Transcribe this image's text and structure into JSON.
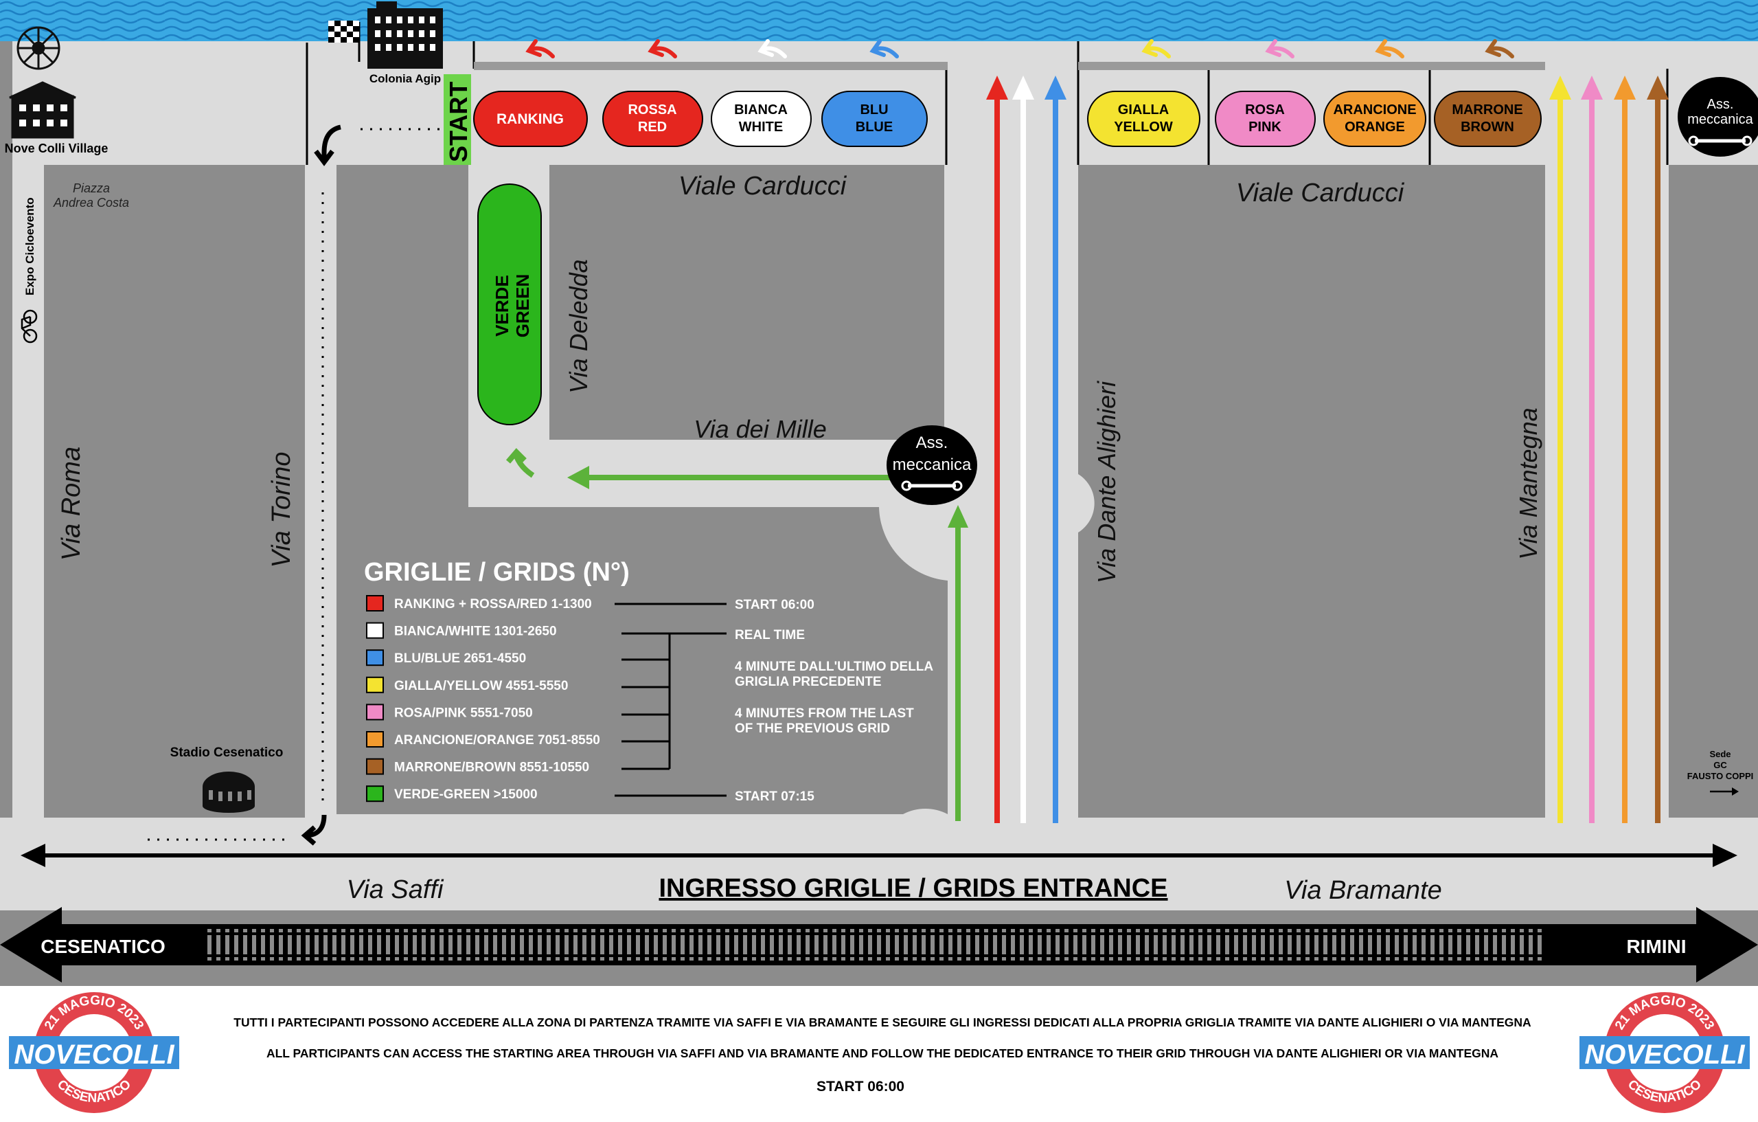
{
  "colors": {
    "sea": "#3aa9e3",
    "road": "#dcdcdc",
    "block": "#8c8c8c",
    "red": "#e5261f",
    "white": "#ffffff",
    "blue": "#3f8fe6",
    "yellow": "#f4e330",
    "pink": "#f08ac6",
    "orange": "#f29a2e",
    "brown": "#a66125",
    "green": "#2bb51c",
    "arrowGreen": "#5cb23a",
    "brandBlue": "#3a8fd9",
    "brandRed": "#e2434b"
  },
  "landmarks": {
    "village": "Nove Colli Village",
    "piazza_line1": "Piazza",
    "piazza_line2": "Andrea Costa",
    "expo": "Expo Cicloevento",
    "colonia": "Colonia Agip",
    "start": "START",
    "stadio": "Stadio Cesenatico",
    "sede_line1": "Sede",
    "sede_line2": "GC",
    "sede_line3": "FAUSTO COPPI",
    "ass_line1": "Ass.",
    "ass_line2": "meccanica"
  },
  "streets": {
    "carducci": "Viale Carducci",
    "deledda": "Via Deledda",
    "mille": "Via dei Mille",
    "roma": "Via Roma",
    "torino": "Via Torino",
    "dante": "Via Dante Alighieri",
    "mantegna": "Via Mantegna",
    "saffi": "Via Saffi",
    "bramante": "Via Bramante"
  },
  "entrance": "INGRESSO GRIGLIE / GRIDS ENTRANCE",
  "railway": {
    "left": "CESENATICO",
    "right": "RIMINI"
  },
  "pills": [
    {
      "line1": "RANKING",
      "line2": "",
      "color": "#e5261f",
      "text": "#ffffff"
    },
    {
      "line1": "ROSSA",
      "line2": "RED",
      "color": "#e5261f",
      "text": "#ffffff"
    },
    {
      "line1": "BIANCA",
      "line2": "WHITE",
      "color": "#ffffff",
      "text": "#000000"
    },
    {
      "line1": "BLU",
      "line2": "BLUE",
      "color": "#3f8fe6",
      "text": "#000000"
    },
    {
      "line1": "GIALLA",
      "line2": "YELLOW",
      "color": "#f4e330",
      "text": "#000000"
    },
    {
      "line1": "ROSA",
      "line2": "PINK",
      "color": "#f08ac6",
      "text": "#000000"
    },
    {
      "line1": "ARANCIONE",
      "line2": "ORANGE",
      "color": "#f29a2e",
      "text": "#000000"
    },
    {
      "line1": "MARRONE",
      "line2": "BROWN",
      "color": "#a66125",
      "text": "#000000"
    }
  ],
  "green_grid": {
    "line1": "VERDE",
    "line2": "GREEN"
  },
  "legend": {
    "title": "GRIGLIE / GRIDS (N°)",
    "items": [
      {
        "label": "RANKING + ROSSA/RED 1-1300",
        "color": "#e5261f"
      },
      {
        "label": "BIANCA/WHITE 1301-2650",
        "color": "#ffffff"
      },
      {
        "label": "BLU/BLUE 2651-4550",
        "color": "#3f8fe6"
      },
      {
        "label": "GIALLA/YELLOW 4551-5550",
        "color": "#f4e330"
      },
      {
        "label": "ROSA/PINK 5551-7050",
        "color": "#f08ac6"
      },
      {
        "label": "ARANCIONE/ORANGE 7051-8550",
        "color": "#f29a2e"
      },
      {
        "label": "MARRONE/BROWN 8551-10550",
        "color": "#a66125"
      },
      {
        "label": "VERDE-GREEN >15000",
        "color": "#2bb51c"
      }
    ],
    "start1": "START 06:00",
    "realtime": "REAL TIME",
    "note_it_1": "4 MINUTE DALL'ULTIMO DELLA",
    "note_it_2": "GRIGLIA PRECEDENTE",
    "note_en_1": "4 MINUTES FROM THE LAST",
    "note_en_2": "OF THE PREVIOUS GRID",
    "start2": "START 07:15"
  },
  "footer": {
    "it": "TUTTI I PARTECIPANTI POSSONO ACCEDERE ALLA ZONA DI PARTENZA TRAMITE VIA SAFFI E VIA BRAMANTE E SEGUIRE GLI INGRESSI DEDICATI ALLA PROPRIA GRIGLIA TRAMITE VIA DANTE ALIGHIERI O VIA MANTEGNA",
    "en": "ALL PARTICIPANTS CAN ACCESS THE STARTING AREA THROUGH VIA SAFFI AND VIA BRAMANTE AND FOLLOW THE DEDICATED ENTRANCE TO THEIR GRID THROUGH VIA DANTE ALIGHIERI OR VIA MANTEGNA",
    "start": "START 06:00"
  },
  "logo": {
    "top": "21 MAGGIO 2023",
    "name": "NOVECOLLI",
    "bottom": "CESENATICO"
  }
}
